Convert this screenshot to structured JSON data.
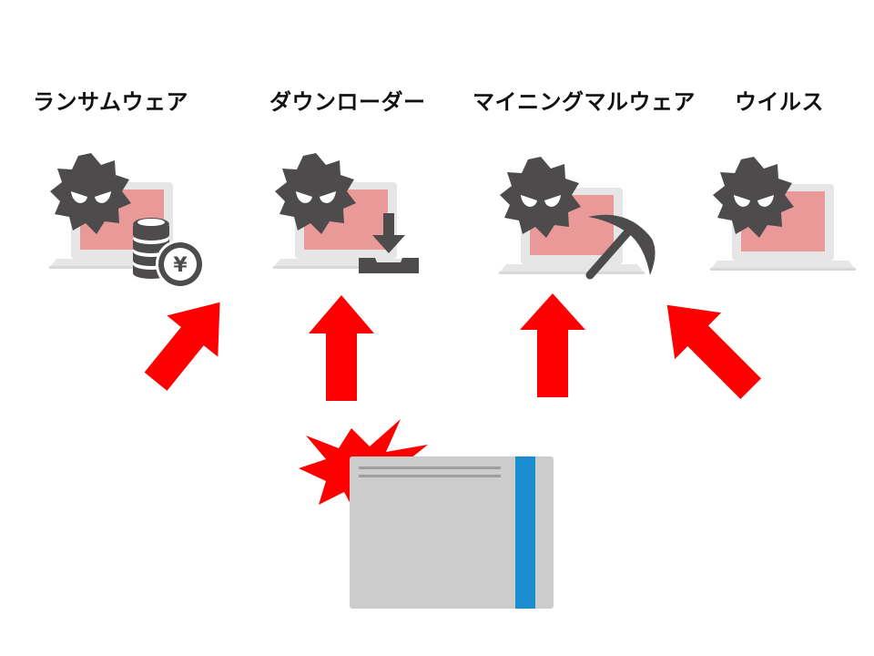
{
  "threats": [
    {
      "label": "ランサムウェア",
      "icon": "ransomware-coins-icon"
    },
    {
      "label": "ダウンローダー",
      "icon": "download-icon"
    },
    {
      "label": "マイニングマルウェア",
      "icon": "pickaxe-icon"
    },
    {
      "label": "ウイルス",
      "icon": "virus-icon"
    }
  ],
  "colors": {
    "arrow": "#ff0000",
    "laptop_screen": "#e99a98",
    "laptop_body": "#e6e6e6",
    "malware": "#4d4b4c",
    "device": "#cccccc",
    "device_stripe": "#1b8ccf",
    "impact": "#ff0000"
  }
}
